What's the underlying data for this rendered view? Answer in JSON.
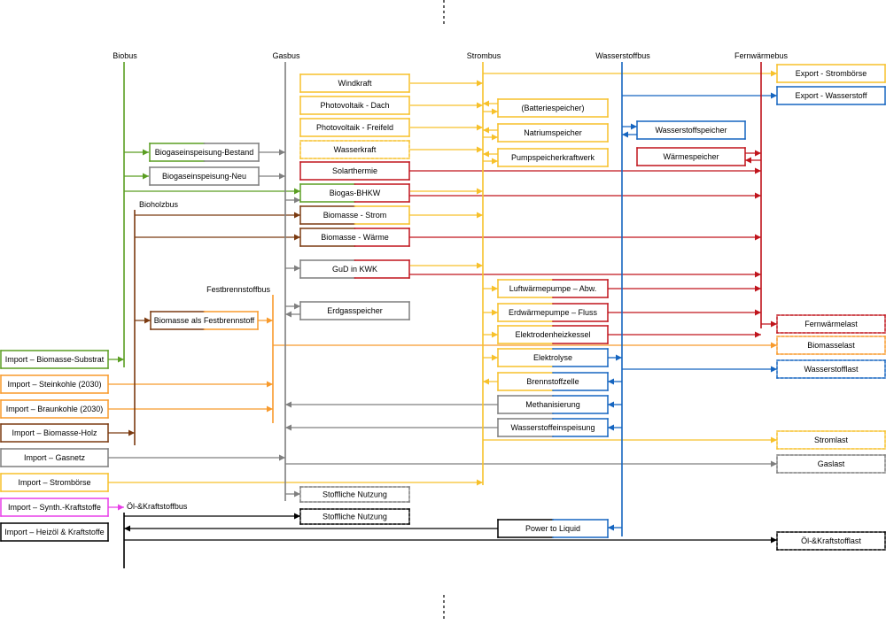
{
  "colors": {
    "bio": "#5a9e22",
    "gas": "#7f7f7f",
    "strom": "#f7c12a",
    "wasserstoff": "#1565c0",
    "fernwaerme": "#c0141c",
    "bioholz": "#7b3a10",
    "festbrennstoff": "#f89a2c",
    "oel": "#000000",
    "synth": "#e83ee8"
  },
  "buses": [
    {
      "id": "bio",
      "label": "Biobus"
    },
    {
      "id": "gas",
      "label": "Gasbus"
    },
    {
      "id": "strom",
      "label": "Strombus"
    },
    {
      "id": "wasserstoff",
      "label": "Wasserstoffbus"
    },
    {
      "id": "fernwaerme",
      "label": "Fernwärmebus"
    },
    {
      "id": "bioholz",
      "label": "Bioholzbus"
    },
    {
      "id": "festbrennstoff",
      "label": "Festbrennstoffbus"
    },
    {
      "id": "oel",
      "label": "Öl-&Kraftstoffbus"
    }
  ],
  "components": [
    {
      "id": "windkraft",
      "label": "Windkraft"
    },
    {
      "id": "pv_dach",
      "label": "Photovoltaik - Dach"
    },
    {
      "id": "pv_frei",
      "label": "Photovoltaik - Freifeld"
    },
    {
      "id": "wasserkraft",
      "label": "Wasserkraft"
    },
    {
      "id": "solarthermie",
      "label": "Solarthermie"
    },
    {
      "id": "biogas_bhkw",
      "label": "Biogas-BHKW"
    },
    {
      "id": "biomasse_strom",
      "label": "Biomasse - Strom"
    },
    {
      "id": "biomasse_waerme",
      "label": "Biomasse - Wärme"
    },
    {
      "id": "gud",
      "label": "GuD in KWK"
    },
    {
      "id": "erdgasspeicher",
      "label": "Erdgasspeicher"
    },
    {
      "id": "stoff1",
      "label": "Stoffliche Nutzung"
    },
    {
      "id": "stoff2",
      "label": "Stoffliche Nutzung"
    },
    {
      "id": "biogas_bestand",
      "label": "Biogaseinspeisung-Bestand"
    },
    {
      "id": "biogas_neu",
      "label": "Biogaseinspeisung-Neu"
    },
    {
      "id": "biomasse_fest",
      "label": "Biomasse als Festbrennstoff"
    },
    {
      "id": "batterie",
      "label": "(Batteriespeicher)"
    },
    {
      "id": "natrium",
      "label": "Natriumspeicher"
    },
    {
      "id": "pumpspeicher",
      "label": "Pumpspeicherkraftwerk"
    },
    {
      "id": "luftwp",
      "label": "Luftwärmepumpe – Abw."
    },
    {
      "id": "erdwp",
      "label": "Erdwärmepumpe – Fluss"
    },
    {
      "id": "elektrode",
      "label": "Elektrodenheizkessel"
    },
    {
      "id": "elektrolyse",
      "label": "Elektrolyse"
    },
    {
      "id": "brennstoffzelle",
      "label": "Brennstoffzelle"
    },
    {
      "id": "methanisierung",
      "label": "Methanisierung"
    },
    {
      "id": "h2_einspeisung",
      "label": "Wasserstoffeinspeisung"
    },
    {
      "id": "ptl",
      "label": "Power to Liquid"
    },
    {
      "id": "h2_speicher",
      "label": "Wasserstoffspeicher"
    },
    {
      "id": "waermespeicher",
      "label": "Wärmespeicher"
    },
    {
      "id": "export_strom",
      "label": "Export - Strombörse"
    },
    {
      "id": "export_h2",
      "label": "Export - Wasserstoff"
    },
    {
      "id": "fw_last",
      "label": "Fernwärmelast"
    },
    {
      "id": "biomasselast",
      "label": "Biomasselast"
    },
    {
      "id": "h2_last",
      "label": "Wasserstofflast"
    },
    {
      "id": "stromlast",
      "label": "Stromlast"
    },
    {
      "id": "gaslast",
      "label": "Gaslast"
    },
    {
      "id": "oel_last",
      "label": "Öl-&Kraftstofflast"
    },
    {
      "id": "imp_bio",
      "label": "Import – Biomasse-Substrat"
    },
    {
      "id": "imp_stein",
      "label": "Import – Steinkohle (2030)"
    },
    {
      "id": "imp_braun",
      "label": "Import – Braunkohle (2030)"
    },
    {
      "id": "imp_holz",
      "label": "Import – Biomasse-Holz"
    },
    {
      "id": "imp_gas",
      "label": "Import – Gasnetz"
    },
    {
      "id": "imp_strom",
      "label": "Import – Strombörse"
    },
    {
      "id": "imp_synth",
      "label": "Import – Synth.-Kraftstoffe"
    },
    {
      "id": "imp_oel",
      "label": "Import – Heizöl & Kraftstoffe"
    }
  ]
}
